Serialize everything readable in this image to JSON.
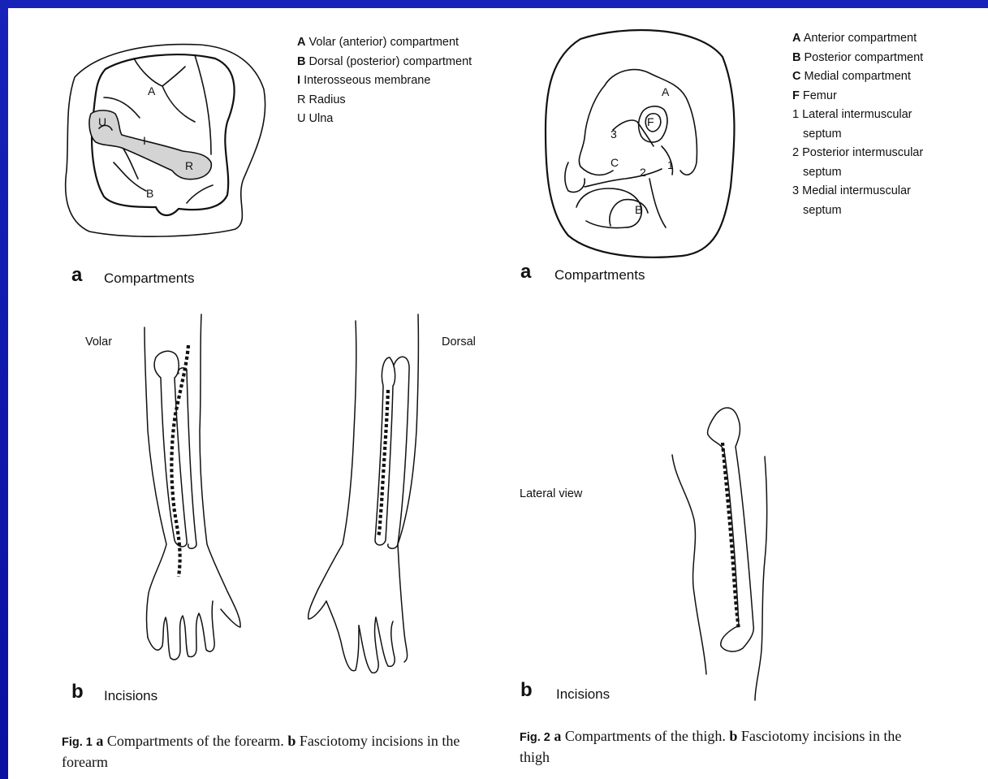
{
  "figure1": {
    "legend": [
      {
        "key": "A",
        "text": "Volar (anterior) compartment",
        "bold": true
      },
      {
        "key": "B",
        "text": "Dorsal (posterior) compartment",
        "bold": true
      },
      {
        "key": "I",
        "text": "Interosseous membrane",
        "bold": true
      },
      {
        "key": "R",
        "text": "Radius",
        "bold": false
      },
      {
        "key": "U",
        "text": "Ulna",
        "bold": false
      }
    ],
    "diagram_labels": {
      "A": "A",
      "B": "B",
      "I": "I",
      "R": "R",
      "U": "U"
    },
    "panel_a": {
      "letter": "a",
      "title": "Compartments"
    },
    "panel_b": {
      "letter": "b",
      "title": "Incisions"
    },
    "view_volar": "Volar",
    "view_dorsal": "Dorsal",
    "caption": {
      "fig": "Fig. 1",
      "a": "a",
      "a_text": " Compartments of the forearm. ",
      "b": "b",
      "b_text": " Fasciotomy incisions in the forearm"
    }
  },
  "figure2": {
    "legend": [
      {
        "key": "A",
        "text": "Anterior compartment",
        "bold": true
      },
      {
        "key": "B",
        "text": "Posterior compartment",
        "bold": true
      },
      {
        "key": "C",
        "text": "Medial compartment",
        "bold": true
      },
      {
        "key": "F",
        "text": "Femur",
        "bold": true
      },
      {
        "key": "1",
        "text": "Lateral intermuscular",
        "cont": "septum",
        "bold": false
      },
      {
        "key": "2",
        "text": "Posterior intermuscular",
        "cont": "septum",
        "bold": false
      },
      {
        "key": "3",
        "text": "Medial intermuscular",
        "cont": "septum",
        "bold": false
      }
    ],
    "diagram_labels": {
      "A": "A",
      "B": "B",
      "C": "C",
      "F": "F",
      "n1": "1",
      "n2": "2",
      "n3": "3"
    },
    "panel_a": {
      "letter": "a",
      "title": "Compartments"
    },
    "panel_b": {
      "letter": "b",
      "title": "Incisions"
    },
    "view_lateral": "Lateral view",
    "caption": {
      "fig": "Fig. 2",
      "a": "a",
      "a_text": " Compartments of the thigh. ",
      "b": "b",
      "b_text": " Fasciotomy incisions in the thigh"
    }
  },
  "colors": {
    "frame": "#1622b8",
    "bone_fill": "#d4d4d4",
    "ink": "#111111"
  }
}
